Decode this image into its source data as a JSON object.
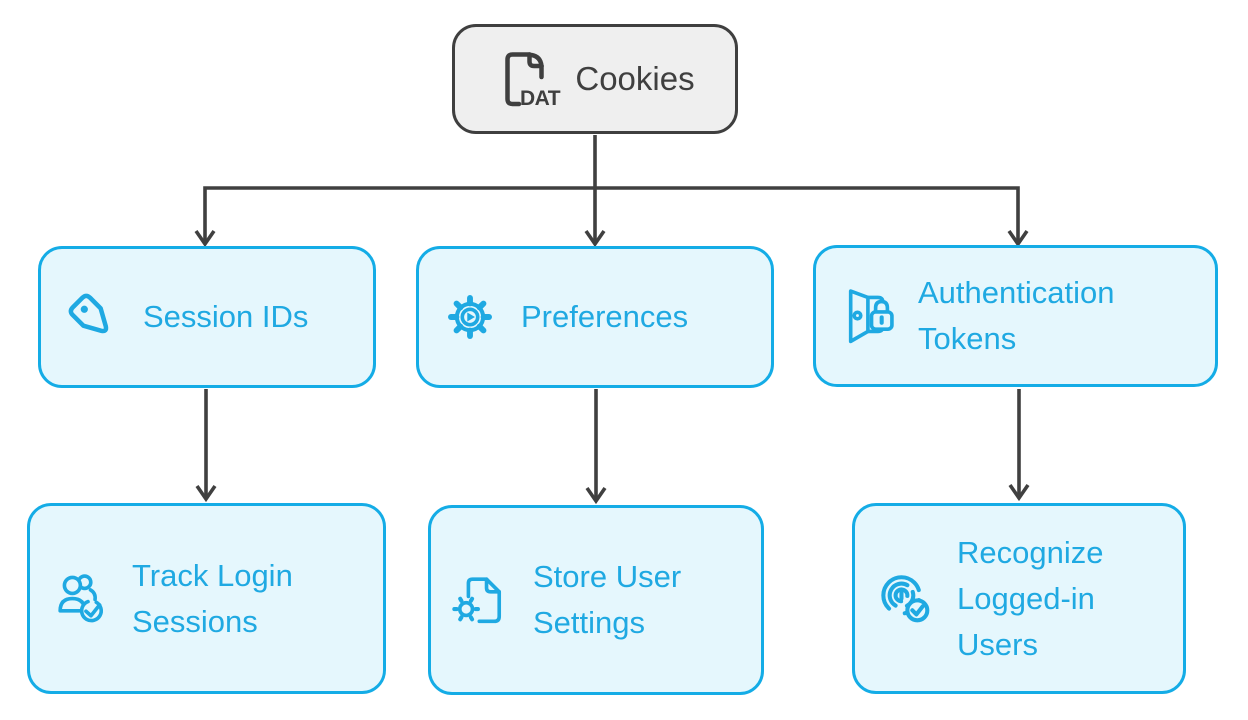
{
  "diagram": {
    "root": {
      "label": "Cookies",
      "icon": "dat-file-icon"
    },
    "branches": [
      {
        "label": "Session IDs",
        "icon": "tag-icon",
        "child": {
          "label": "Track Login Sessions",
          "icon": "users-check-icon"
        }
      },
      {
        "label": "Preferences",
        "icon": "gear-play-icon",
        "child": {
          "label": "Store User Settings",
          "icon": "document-gear-icon"
        }
      },
      {
        "label": "Authentication Tokens",
        "icon": "door-lock-icon",
        "child": {
          "label": "Recognize Logged-in Users",
          "icon": "fingerprint-check-icon"
        }
      }
    ],
    "colors": {
      "accent": "#1FA9E2",
      "accent_border": "#14ACE6",
      "node_fill": "#E5F7FD",
      "root_fill": "#EFEFEF",
      "dark": "#3F3F3F",
      "arrow": "#404040"
    }
  }
}
